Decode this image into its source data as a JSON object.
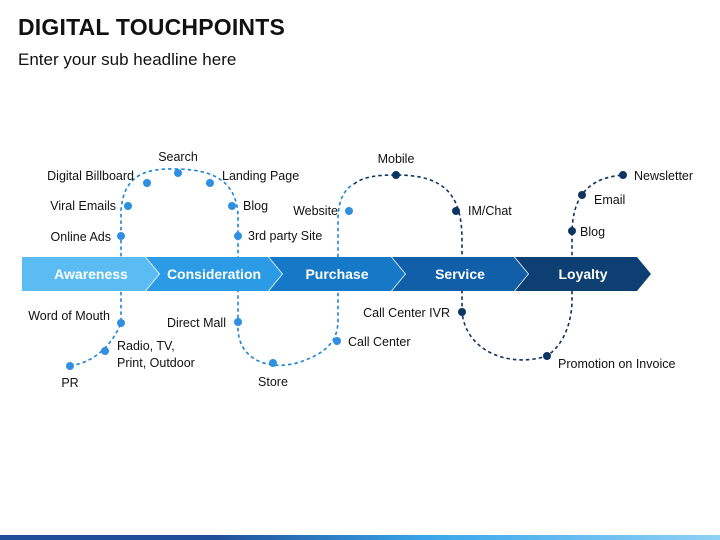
{
  "header": {
    "title": "DIGITAL TOUCHPOINTS",
    "subtitle": "Enter your sub headline here"
  },
  "stages": [
    {
      "label": "Awareness",
      "color": "#5bbcf3"
    },
    {
      "label": "Consideration",
      "color": "#2b9be6"
    },
    {
      "label": "Purchase",
      "color": "#1679c8"
    },
    {
      "label": "Service",
      "color": "#115fa9"
    },
    {
      "label": "Loyalty",
      "color": "#0d3f73"
    }
  ],
  "colors": {
    "light_path": "#1c84d6",
    "dark_path": "#0d3561",
    "light_dot": "#2f8fe0",
    "dark_dot": "#0d3561"
  },
  "touchpoints": {
    "awareness": [
      {
        "label": "PR",
        "dot": "light"
      },
      {
        "label": "Radio, TV,",
        "dot": "light"
      },
      {
        "label": "Print, Outdoor",
        "dot": "none"
      },
      {
        "label": "Word of Mouth",
        "dot": "light"
      },
      {
        "label": "Online Ads",
        "dot": "light"
      },
      {
        "label": "Viral Emails",
        "dot": "light"
      },
      {
        "label": "Digital Billboard",
        "dot": "light"
      }
    ],
    "consideration": [
      {
        "label": "Search",
        "dot": "light"
      },
      {
        "label": "Landing Page",
        "dot": "light"
      },
      {
        "label": "Blog",
        "dot": "light"
      },
      {
        "label": "3rd party Site",
        "dot": "light"
      },
      {
        "label": "Direct Mall",
        "dot": "light"
      }
    ],
    "purchase": [
      {
        "label": "Store",
        "dot": "light"
      },
      {
        "label": "Call Center",
        "dot": "light"
      },
      {
        "label": "Website",
        "dot": "light"
      }
    ],
    "service": [
      {
        "label": "Mobile",
        "dot": "dark"
      },
      {
        "label": "IM/Chat",
        "dot": "dark"
      },
      {
        "label": "Call Center IVR",
        "dot": "dark"
      }
    ],
    "loyalty": [
      {
        "label": "Promotion on Invoice",
        "dot": "dark"
      },
      {
        "label": "Blog",
        "dot": "dark"
      },
      {
        "label": "Email",
        "dot": "dark"
      },
      {
        "label": "Newsletter",
        "dot": "dark"
      }
    ]
  }
}
